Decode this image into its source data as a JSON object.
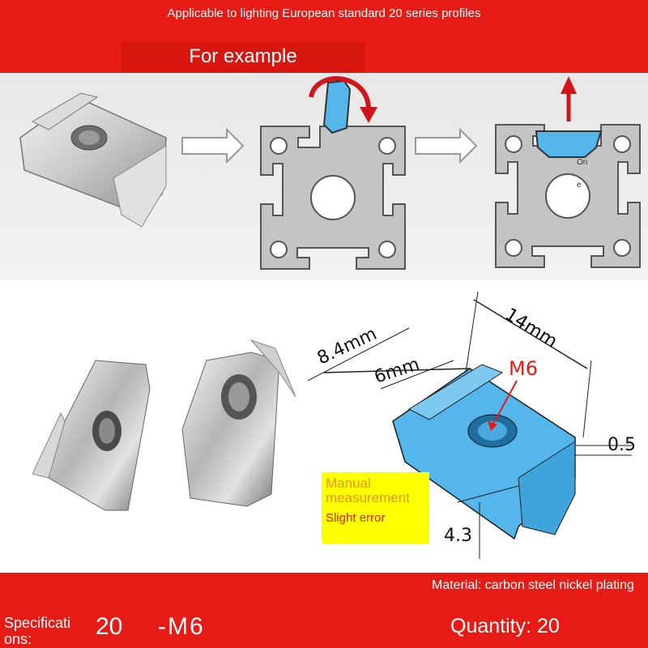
{
  "header": {
    "subtitle": "Applicable to lighting European standard 20 series profiles",
    "example_label": "For example"
  },
  "diagram": {
    "profile_label_line1": "On",
    "profile_label_line2": "e"
  },
  "dimensions": {
    "width_overall": "14mm",
    "width_top": "8.4mm",
    "width_inner": "6mm",
    "thread": "M6",
    "lip": "0.5",
    "height": "4.3"
  },
  "note": {
    "measurement": "Manual measurement",
    "error": "Slight error"
  },
  "footer": {
    "material": "Material: carbon steel nickel plating",
    "spec_label": "Specificati ons:",
    "spec_num": "20",
    "spec_thread": "-M6",
    "quantity": "Quantity: 20"
  },
  "colors": {
    "brand_red": "#e61b15",
    "part_blue": "#54b6ea",
    "profile_gray": "#c4c4c4",
    "note_yellow": "#ffff00"
  }
}
